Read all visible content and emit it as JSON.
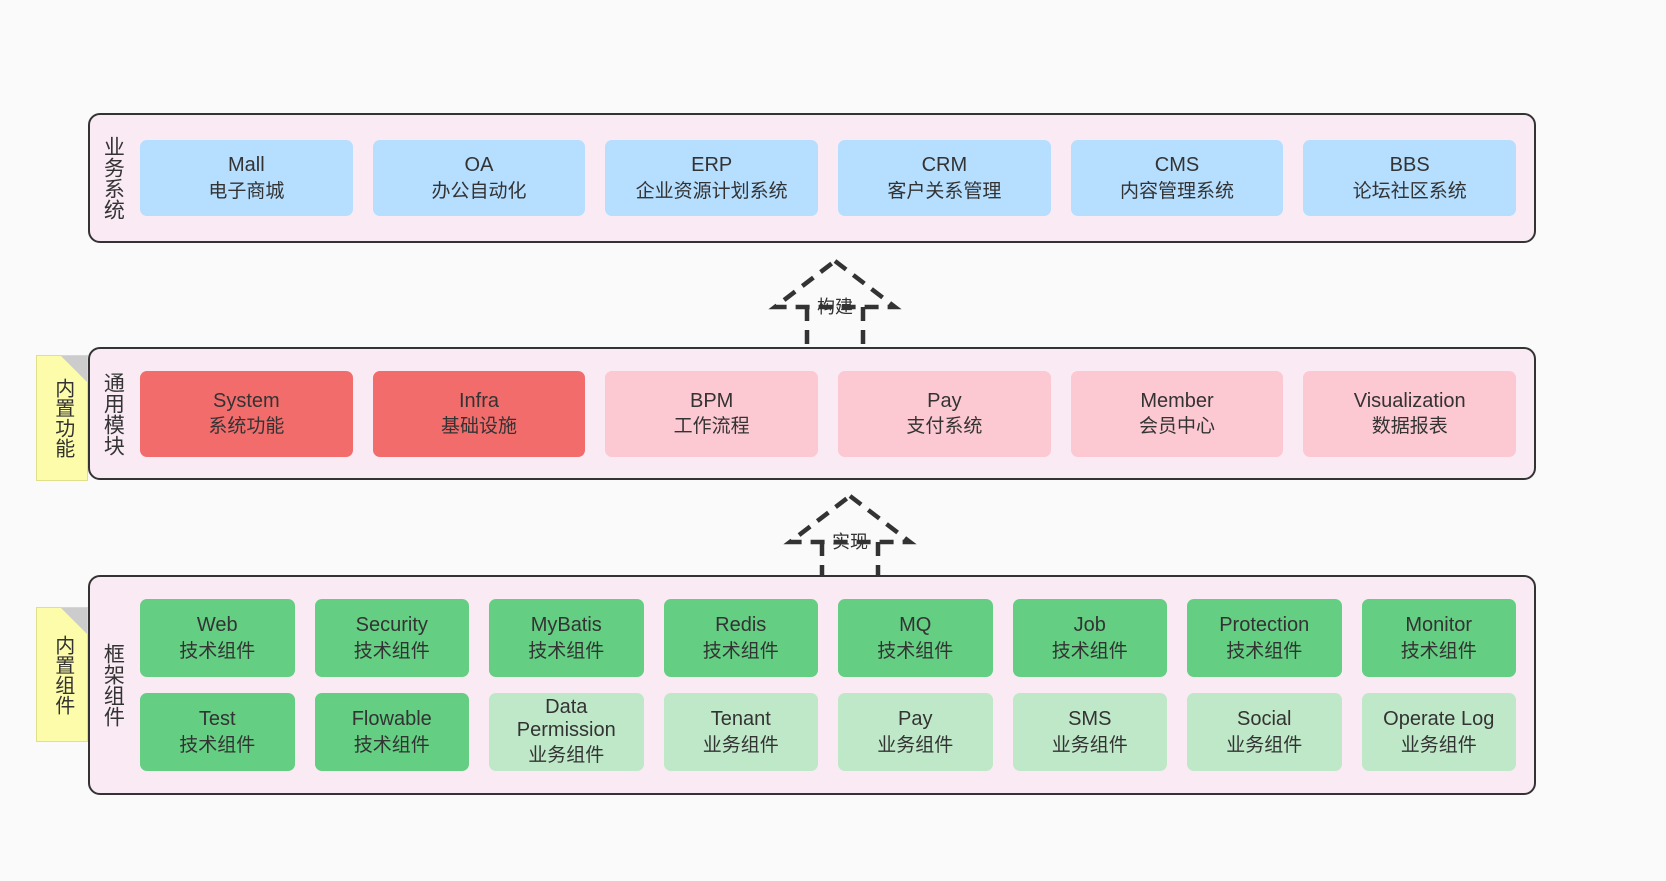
{
  "diagram": {
    "background": "#fafafa",
    "layer_bg": "#f9eaf4",
    "layer_border": "#333333",
    "sticky_bg": "#fcfcaa"
  },
  "layers": [
    {
      "id": "business-systems",
      "title": "业务系统",
      "rows": [
        {
          "nodes": [
            {
              "en": "Mall",
              "cn": "电子商城",
              "color": "#b5deff",
              "variant": "c-blue"
            },
            {
              "en": "OA",
              "cn": "办公自动化",
              "color": "#b5deff",
              "variant": "c-blue"
            },
            {
              "en": "ERP",
              "cn": "企业资源计划系统",
              "color": "#b5deff",
              "variant": "c-blue"
            },
            {
              "en": "CRM",
              "cn": "客户关系管理",
              "color": "#b5deff",
              "variant": "c-blue"
            },
            {
              "en": "CMS",
              "cn": "内容管理系统",
              "color": "#b5deff",
              "variant": "c-blue"
            },
            {
              "en": "BBS",
              "cn": "论坛社区系统",
              "color": "#b5deff",
              "variant": "c-blue"
            }
          ]
        }
      ]
    },
    {
      "id": "common-modules",
      "title": "通用模块",
      "sticky": "内置功能",
      "rows": [
        {
          "nodes": [
            {
              "en": "System",
              "cn": "系统功能",
              "color": "#f26c6c",
              "variant": "c-red"
            },
            {
              "en": "Infra",
              "cn": "基础设施",
              "color": "#f26c6c",
              "variant": "c-red"
            },
            {
              "en": "BPM",
              "cn": "工作流程",
              "color": "#fcc8d2",
              "variant": "c-pink"
            },
            {
              "en": "Pay",
              "cn": "支付系统",
              "color": "#fcc8d2",
              "variant": "c-pink"
            },
            {
              "en": "Member",
              "cn": "会员中心",
              "color": "#fcc8d2",
              "variant": "c-pink"
            },
            {
              "en": "Visualization",
              "cn": "数据报表",
              "color": "#fcc8d2",
              "variant": "c-pink"
            }
          ]
        }
      ]
    },
    {
      "id": "framework-components",
      "title": "框架组件",
      "sticky": "内置组件",
      "rows": [
        {
          "nodes": [
            {
              "en": "Web",
              "cn": "技术组件",
              "color": "#64ce82",
              "variant": "c-green"
            },
            {
              "en": "Security",
              "cn": "技术组件",
              "color": "#64ce82",
              "variant": "c-green"
            },
            {
              "en": "MyBatis",
              "cn": "技术组件",
              "color": "#64ce82",
              "variant": "c-green"
            },
            {
              "en": "Redis",
              "cn": "技术组件",
              "color": "#64ce82",
              "variant": "c-green"
            },
            {
              "en": "MQ",
              "cn": "技术组件",
              "color": "#64ce82",
              "variant": "c-green"
            },
            {
              "en": "Job",
              "cn": "技术组件",
              "color": "#64ce82",
              "variant": "c-green"
            },
            {
              "en": "Protection",
              "cn": "技术组件",
              "color": "#64ce82",
              "variant": "c-green"
            },
            {
              "en": "Monitor",
              "cn": "技术组件",
              "color": "#64ce82",
              "variant": "c-green"
            }
          ]
        },
        {
          "nodes": [
            {
              "en": "Test",
              "cn": "技术组件",
              "color": "#64ce82",
              "variant": "c-green"
            },
            {
              "en": "Flowable",
              "cn": "技术组件",
              "color": "#64ce82",
              "variant": "c-green"
            },
            {
              "en": "Data Permission",
              "cn": "业务组件",
              "color": "#bfe8c8",
              "variant": "c-lightgreen",
              "wrap": true
            },
            {
              "en": "Tenant",
              "cn": "业务组件",
              "color": "#bfe8c8",
              "variant": "c-lightgreen"
            },
            {
              "en": "Pay",
              "cn": "业务组件",
              "color": "#bfe8c8",
              "variant": "c-lightgreen"
            },
            {
              "en": "SMS",
              "cn": "业务组件",
              "color": "#bfe8c8",
              "variant": "c-lightgreen"
            },
            {
              "en": "Social",
              "cn": "业务组件",
              "color": "#bfe8c8",
              "variant": "c-lightgreen"
            },
            {
              "en": "Operate Log",
              "cn": "业务组件",
              "color": "#bfe8c8",
              "variant": "c-lightgreen"
            }
          ]
        }
      ]
    }
  ],
  "connectors": [
    {
      "id": "build",
      "label": "构建"
    },
    {
      "id": "implement",
      "label": "实现"
    }
  ]
}
